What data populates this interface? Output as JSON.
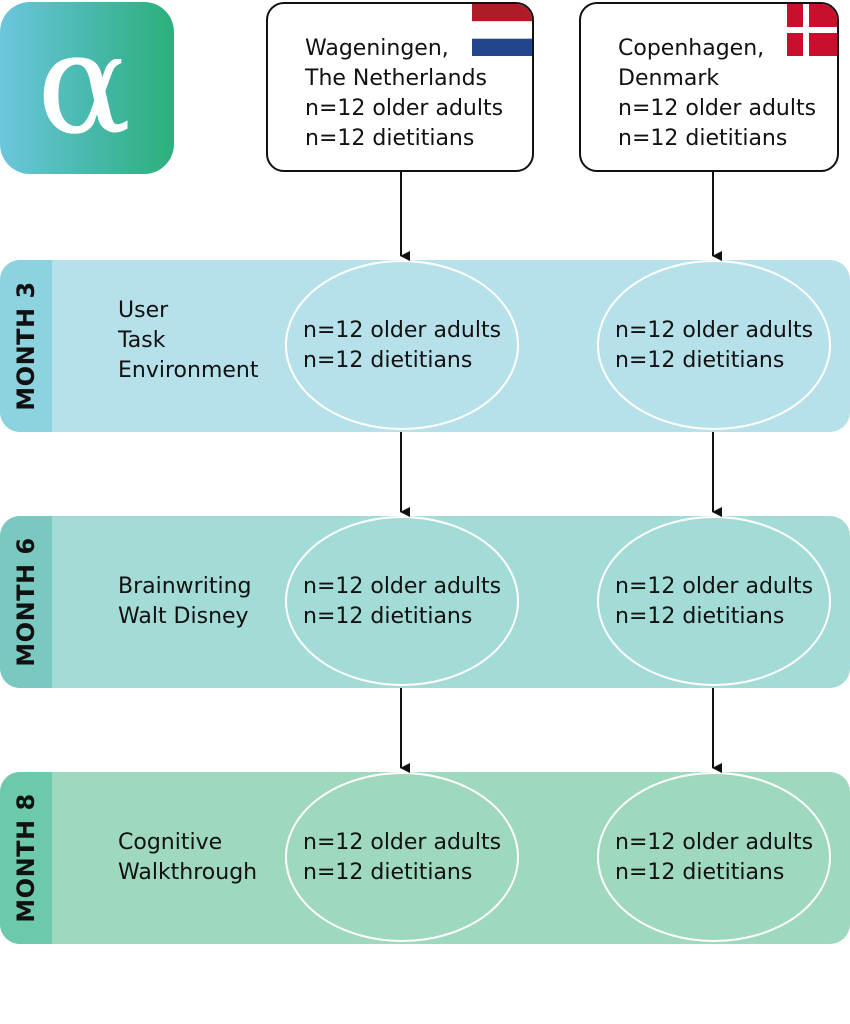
{
  "logo": {
    "glyph": "α",
    "colors": [
      "#6cc6dc",
      "#2bb07a"
    ]
  },
  "sites": [
    {
      "name_line1": "Wageningen,",
      "name_line2": "The Netherlands",
      "older_adults": "n=12 older adults",
      "dietitians": "n=12 dietitians",
      "flag": "netherlands-flag"
    },
    {
      "name_line1": "Copenhagen,",
      "name_line2": "Denmark",
      "older_adults": "n=12 older adults",
      "dietitians": "n=12 dietitians",
      "flag": "denmark-flag"
    }
  ],
  "phases": [
    {
      "label": "MONTH 3",
      "methods": [
        "User",
        "Task",
        "Environment"
      ],
      "groups": [
        {
          "older_adults": "n=12 older adults",
          "dietitians": "n=12 dietitians"
        },
        {
          "older_adults": "n=12 older adults",
          "dietitians": "n=12 dietitians"
        }
      ],
      "color": "#b7e1ea"
    },
    {
      "label": "MONTH 6",
      "methods": [
        "Brainwriting",
        "Walt Disney"
      ],
      "groups": [
        {
          "older_adults": "n=12 older adults",
          "dietitians": "n=12 dietitians"
        },
        {
          "older_adults": "n=12 older adults",
          "dietitians": "n=12 dietitians"
        }
      ],
      "color": "#a3dcd6"
    },
    {
      "label": "MONTH 8",
      "methods": [
        "Cognitive",
        "Walkthrough"
      ],
      "groups": [
        {
          "older_adults": "n=12 older adults",
          "dietitians": "n=12 dietitians"
        },
        {
          "older_adults": "n=12 older adults",
          "dietitians": "n=12 dietitians"
        }
      ],
      "color": "#9ed8bf"
    }
  ]
}
